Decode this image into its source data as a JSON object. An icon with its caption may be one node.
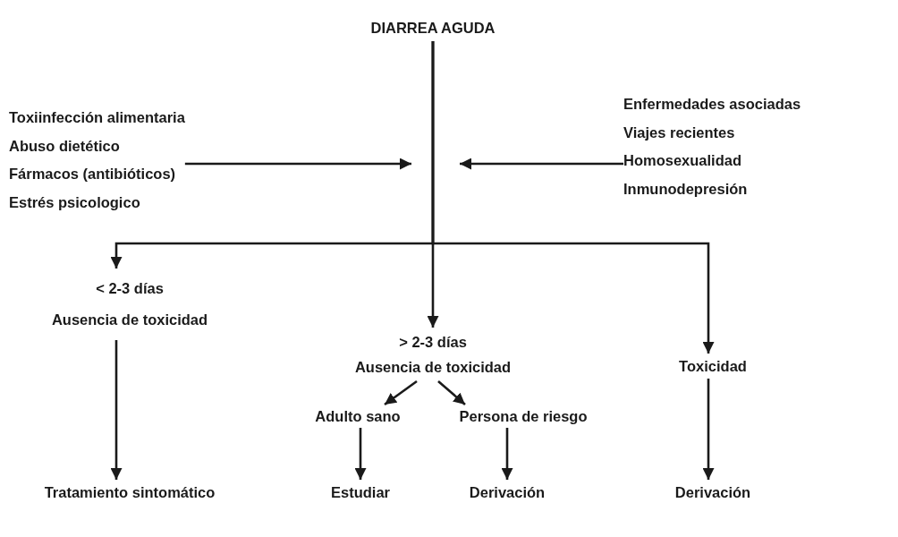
{
  "diagram": {
    "nodes": [
      {
        "text": [
          "DIARREA AGUDA"
        ]
      },
      {
        "text": [
          "Toxiinfección alimentaria",
          "Abuso dietético",
          "Fármacos (antibióticos)",
          "Estrés psicologico"
        ]
      },
      {
        "text": [
          "Enfermedades asociadas",
          "Viajes recientes",
          "Homosexualidad",
          "Inmunodepresión"
        ]
      },
      {
        "text": [
          "< 2-3 días",
          "Ausencia de toxicidad"
        ]
      },
      {
        "text": [
          "> 2-3 días",
          "Ausencia de toxicidad"
        ]
      },
      {
        "text": [
          "Toxicidad"
        ]
      },
      {
        "text": [
          "Adulto sano"
        ]
      },
      {
        "text": [
          "Persona de riesgo"
        ]
      },
      {
        "text": [
          "Tratamiento sintomático"
        ]
      },
      {
        "text": [
          "Estudiar"
        ]
      },
      {
        "text": [
          "Derivación"
        ]
      },
      {
        "text": [
          "Derivación"
        ]
      }
    ],
    "edges": [
      {
        "from": 1,
        "to": null,
        "arrow": "to"
      },
      {
        "from": 2,
        "to": null,
        "arrow": "to"
      },
      {
        "from": 0,
        "to": 3,
        "arrow": "to"
      },
      {
        "from": 0,
        "to": 4,
        "arrow": "to"
      },
      {
        "from": 0,
        "to": 5,
        "arrow": "to"
      },
      {
        "from": 3,
        "to": 8,
        "arrow": "to"
      },
      {
        "from": 4,
        "to": 6,
        "arrow": "to"
      },
      {
        "from": 4,
        "to": 7,
        "arrow": "to"
      },
      {
        "from": 6,
        "to": 9,
        "arrow": "to"
      },
      {
        "from": 7,
        "to": 10,
        "arrow": "to"
      },
      {
        "from": 5,
        "to": 11,
        "arrow": "to"
      }
    ]
  }
}
